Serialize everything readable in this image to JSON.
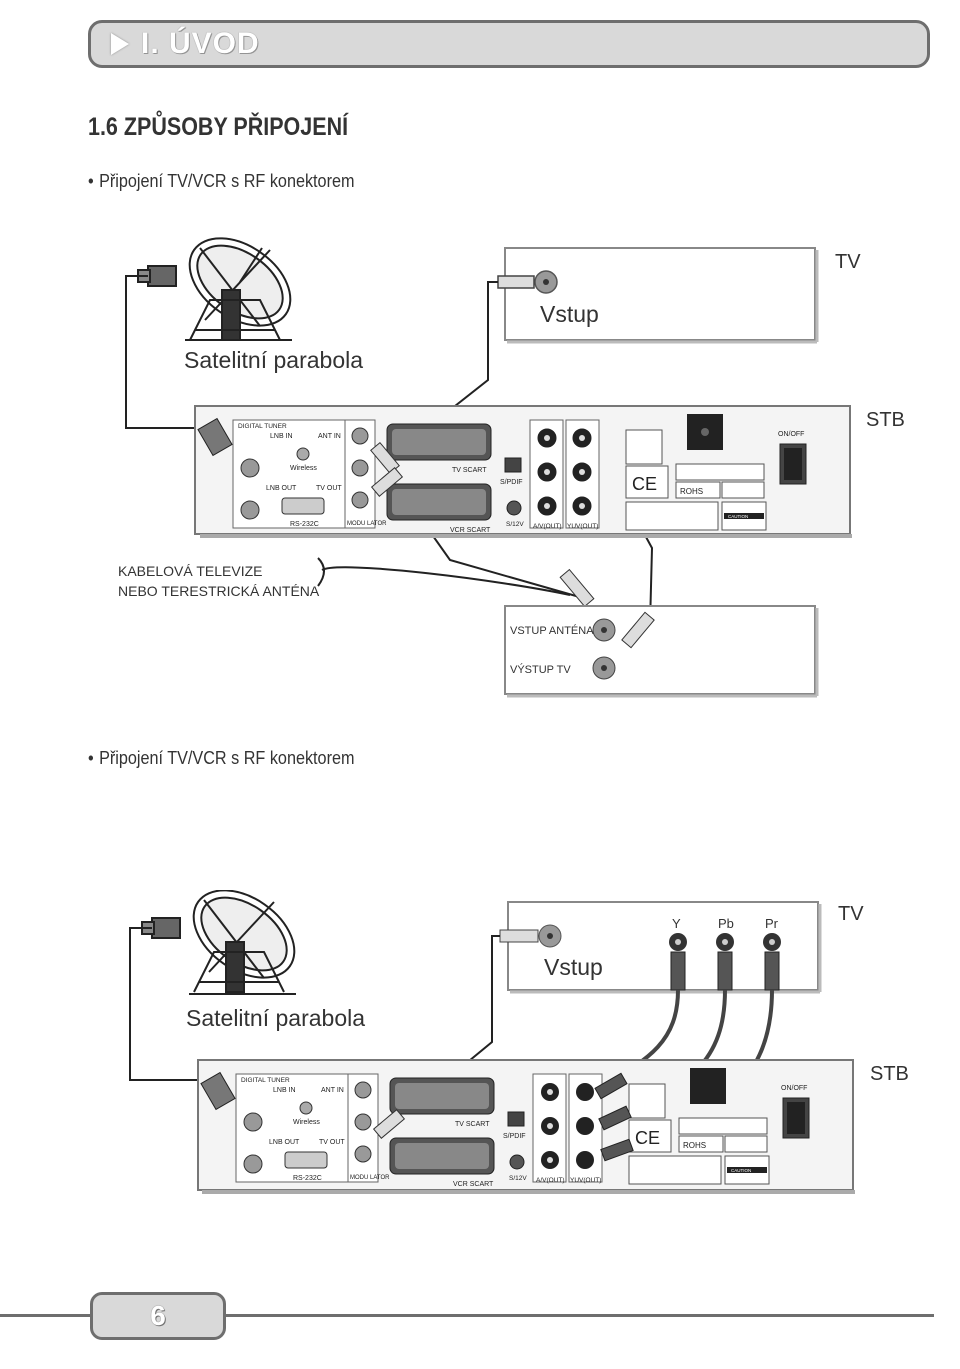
{
  "header": {
    "title": "I. ÚVOD"
  },
  "section": {
    "title": "1.6 ZPŮSOBY PŘIPOJENÍ"
  },
  "diagram1": {
    "bullet": "Připojení TV/VCR s RF konektorem",
    "tv_label": "TV",
    "stb_label": "STB",
    "input_label": "Vstup",
    "dish_label": "Satelitní parabola",
    "cable_line1": "KABELOVÁ TELEVIZE",
    "cable_line2": "NEBO TERESTRICKÁ ANTÉNA",
    "vcr_in": "VSTUP ANTÉNA",
    "vcr_out": "VÝSTUP TV",
    "panel": {
      "digital_tuner": "DIGITAL TUNER",
      "lnb_in": "LNB IN",
      "ant_in": "ANT IN",
      "wireless": "Wireless",
      "lnb_out": "LNB OUT",
      "tv_out": "TV OUT",
      "rs232c": "RS-232C",
      "modulator": "MODU LATOR",
      "tv_scart": "TV SCART",
      "vcr_scart": "VCR SCART",
      "spdif": "S/PDIF",
      "dc": "S/12V",
      "av_out": "A/V(OUT)",
      "yuv_out": "YUV(OUT)",
      "on_off": "ON/OFF",
      "rohs": "ROHS",
      "ce": "CE",
      "caution": "CAUTION"
    }
  },
  "diagram2": {
    "bullet": "Připojení TV/VCR s RF konektorem",
    "tv_label": "TV",
    "stb_label": "STB",
    "input_label": "Vstup",
    "dish_label": "Satelitní parabola",
    "y": "Y",
    "pb": "Pb",
    "pr": "Pr",
    "panel": {
      "digital_tuner": "DIGITAL TUNER",
      "lnb_in": "LNB IN",
      "ant_in": "ANT IN",
      "wireless": "Wireless",
      "lnb_out": "LNB OUT",
      "tv_out": "TV OUT",
      "rs232c": "RS-232C",
      "modulator": "MODU LATOR",
      "tv_scart": "TV SCART",
      "vcr_scart": "VCR SCART",
      "spdif": "S/PDIF",
      "dc": "S/12V",
      "av_out": "A/V(OUT)",
      "yuv_out": "YUV(OUT)",
      "on_off": "ON/OFF",
      "rohs": "ROHS",
      "ce": "CE",
      "caution": "CAUTION"
    }
  },
  "footer": {
    "page_number": "6"
  }
}
